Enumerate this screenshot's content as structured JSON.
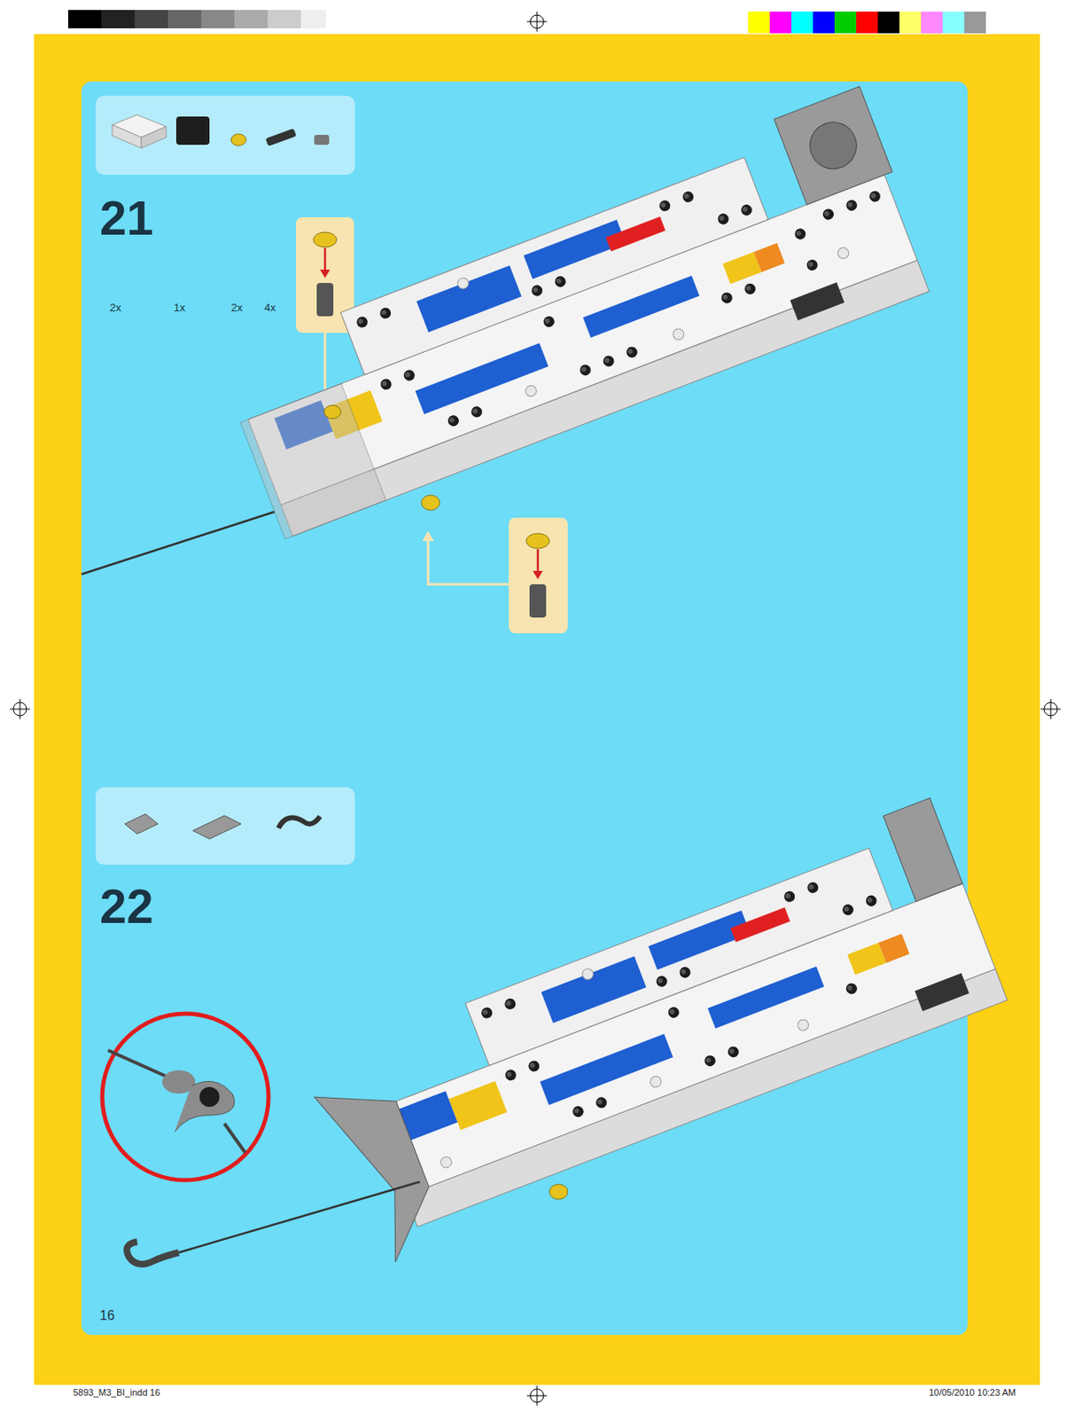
{
  "diagram": {
    "labels": [
      "21",
      "2x",
      "1x",
      "2x",
      "4x",
      "22",
      "16",
      "5893_M3_BI_indd 16",
      "10/05/2010 10:23 AM"
    ]
  }
}
